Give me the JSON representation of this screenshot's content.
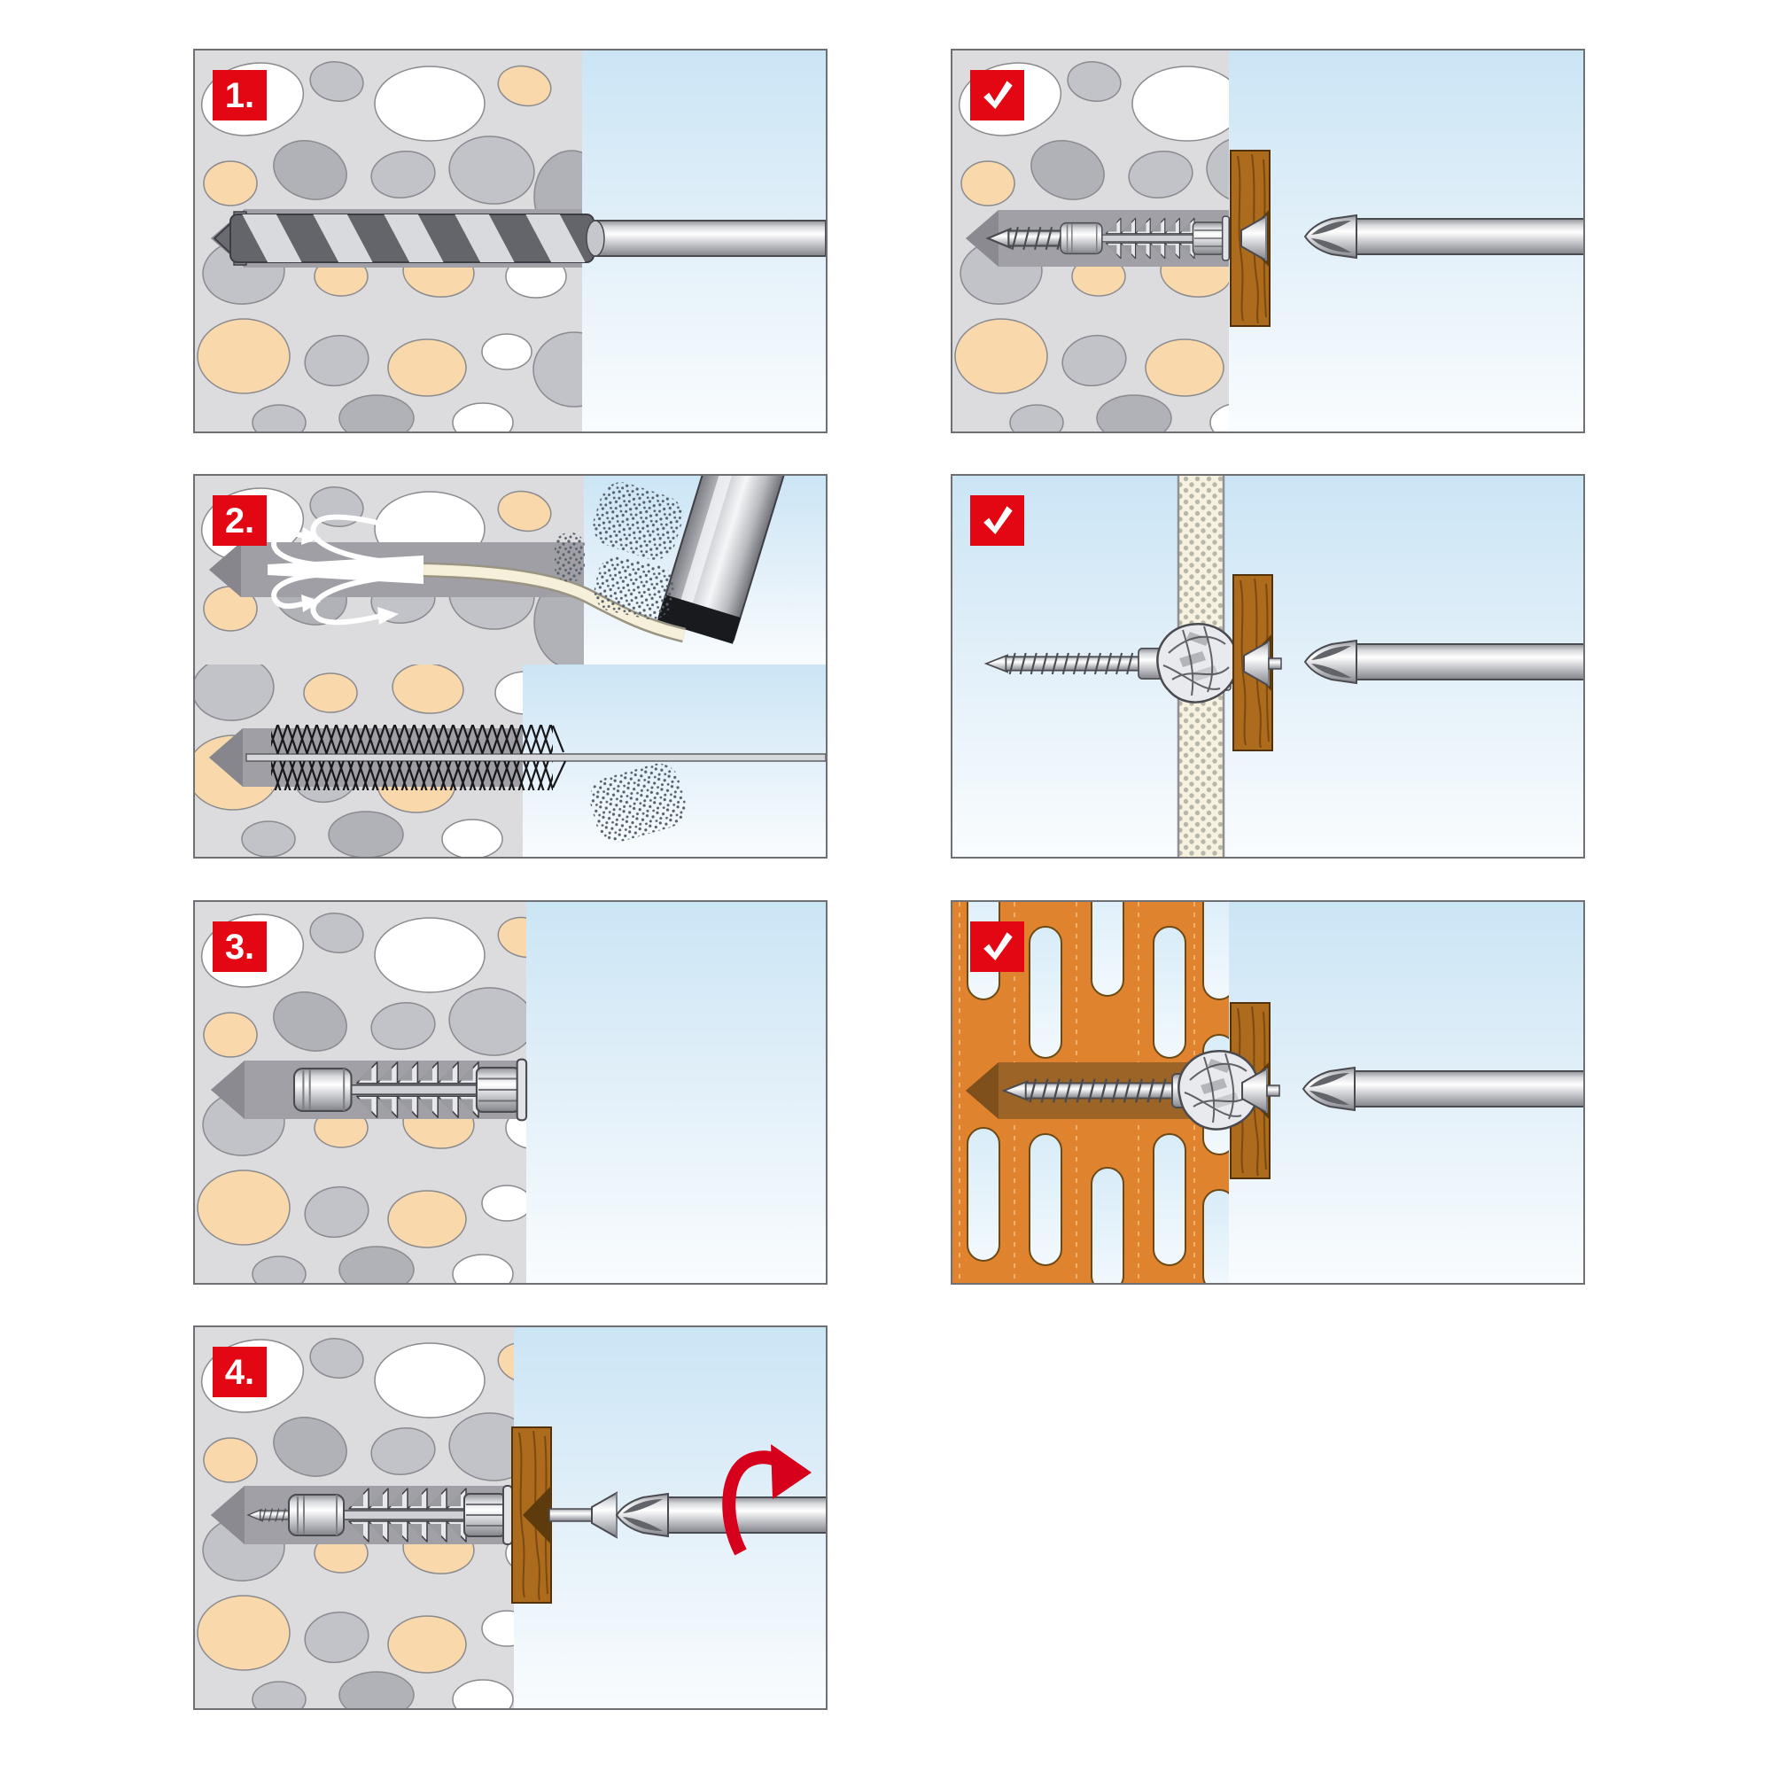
{
  "image_kind": "wall-plug-installation-instruction-diagram",
  "colors": {
    "badge_red": "#e30613",
    "rotation_arrow_red": "#d6001c",
    "concrete": "#dcdcde",
    "stone_gray": "#c2c3c8",
    "stone_gray_dark": "#b1b2b8",
    "stone_white": "#ffffff",
    "stone_peach": "#f9d9ab",
    "stone_outline": "#8a8a8f",
    "hole_gray": "#a0a0a6",
    "hole_hex_face": "#8a8a90",
    "sky_top": "#cbe5f5",
    "sky_bottom": "#f9fcfe",
    "metal_light": "#f5f6f8",
    "metal_dark": "#83848a",
    "drill_body": "#64656b",
    "wood": "#ad6b1d",
    "wood_grain": "#7c4a10",
    "wood_notch": "#5e3b0d",
    "brick_orange": "#e0832f",
    "brick_hole_brown": "#9c6426",
    "brick_dash": "#f4b06d",
    "plasterboard_cream": "#f6f2df",
    "plasterboard_dot": "#b7b7aa",
    "hose_cream": "#f6f0da",
    "brush_black": "#17181c",
    "dust": "#55606b",
    "panel_border": "#6f7074"
  },
  "panels": [
    {
      "role": "step",
      "scene": "drill-hole-in-concrete",
      "badge": {
        "kind": "number",
        "label": "1."
      }
    },
    {
      "role": "step",
      "scene": "clean-hole-blow-out-and-brush",
      "badge": {
        "kind": "number",
        "label": "2."
      }
    },
    {
      "role": "step",
      "scene": "insert-wall-plug",
      "badge": {
        "kind": "number",
        "label": "3."
      }
    },
    {
      "role": "step",
      "scene": "drive-screw-through-wooden-batten",
      "badge": {
        "kind": "number",
        "label": "4."
      }
    },
    {
      "role": "result",
      "scene": "anchor-set-in-solid-concrete",
      "badge": {
        "kind": "check",
        "icon": "check-icon"
      }
    },
    {
      "role": "result",
      "scene": "anchor-knotted-behind-cavity-board",
      "badge": {
        "kind": "check",
        "icon": "check-icon"
      }
    },
    {
      "role": "result",
      "scene": "anchor-knotted-in-perforated-brick",
      "badge": {
        "kind": "check",
        "icon": "check-icon"
      }
    }
  ]
}
